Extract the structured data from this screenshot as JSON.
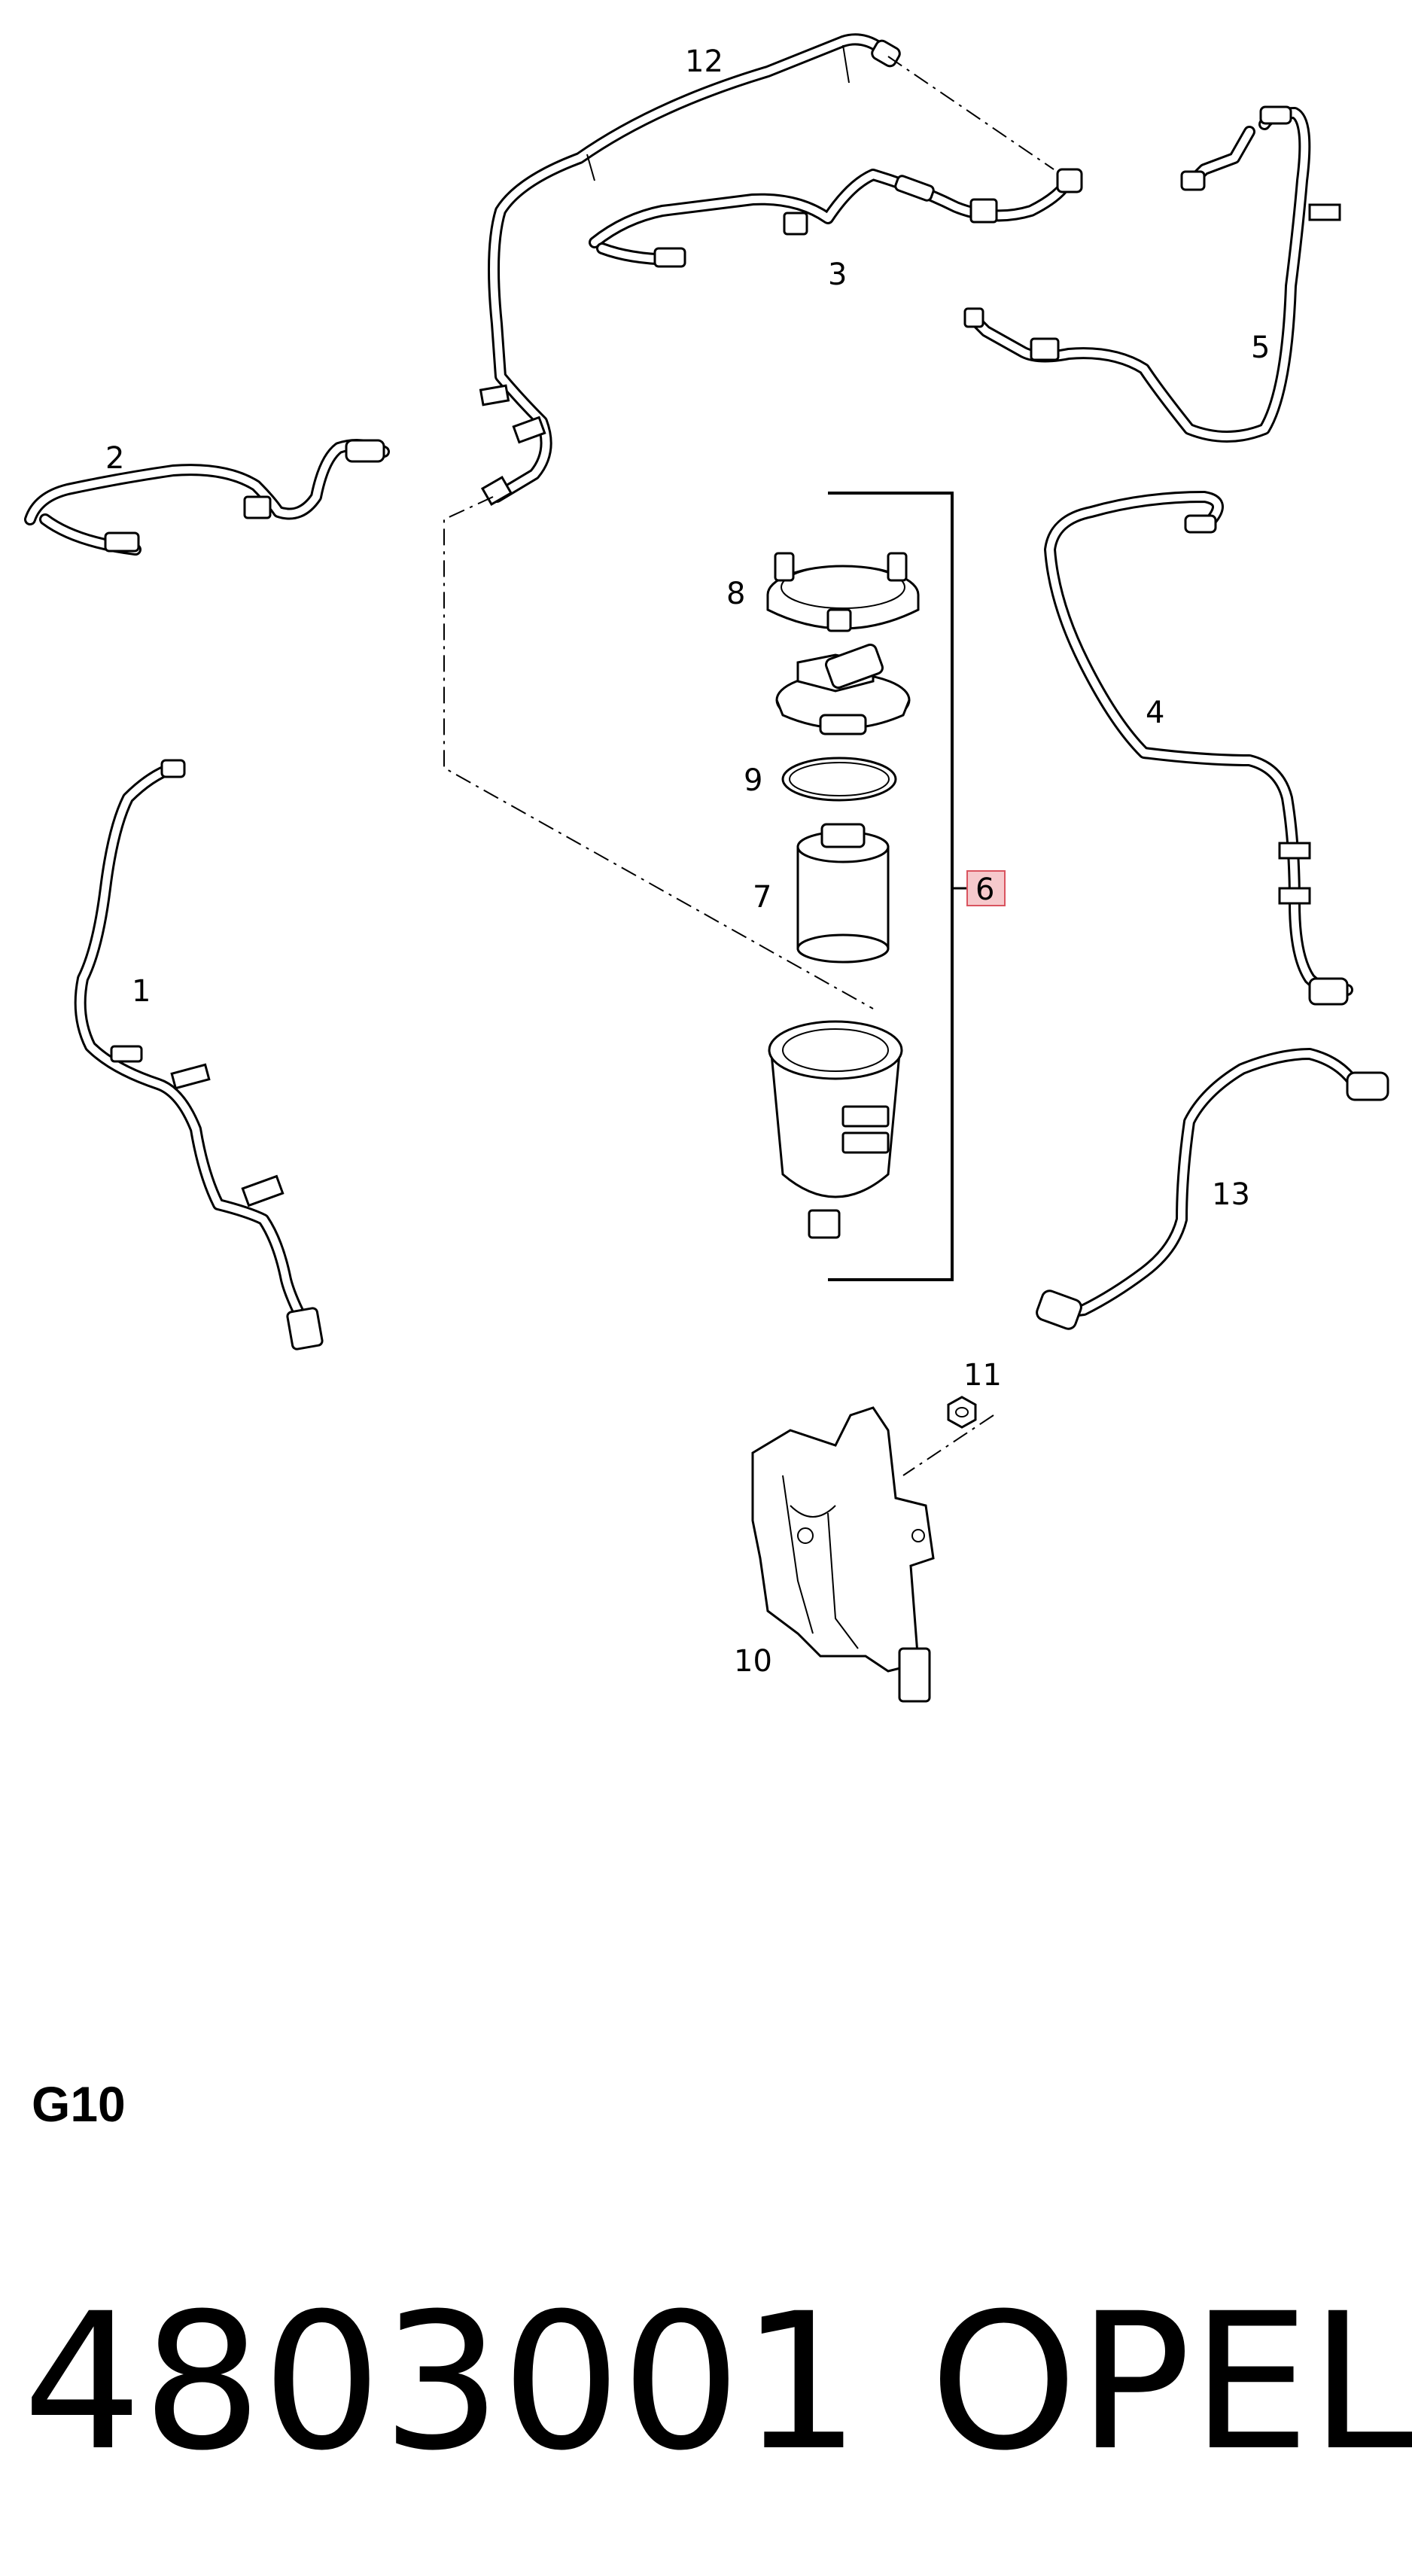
{
  "callouts": {
    "c1": "1",
    "c2": "2",
    "c3": "3",
    "c4": "4",
    "c5": "5",
    "c6": "6",
    "c7": "7",
    "c8": "8",
    "c9": "9",
    "c10": "10",
    "c11": "11",
    "c12": "12",
    "c13": "13"
  },
  "highlighted_callout": "6",
  "colors": {
    "highlight_fill": "#f6c9cc",
    "highlight_stroke": "#d9545f",
    "line": "#000000"
  },
  "diagram_code": "G10",
  "footer": {
    "part_number": "4803001",
    "brand": "OPEL"
  }
}
